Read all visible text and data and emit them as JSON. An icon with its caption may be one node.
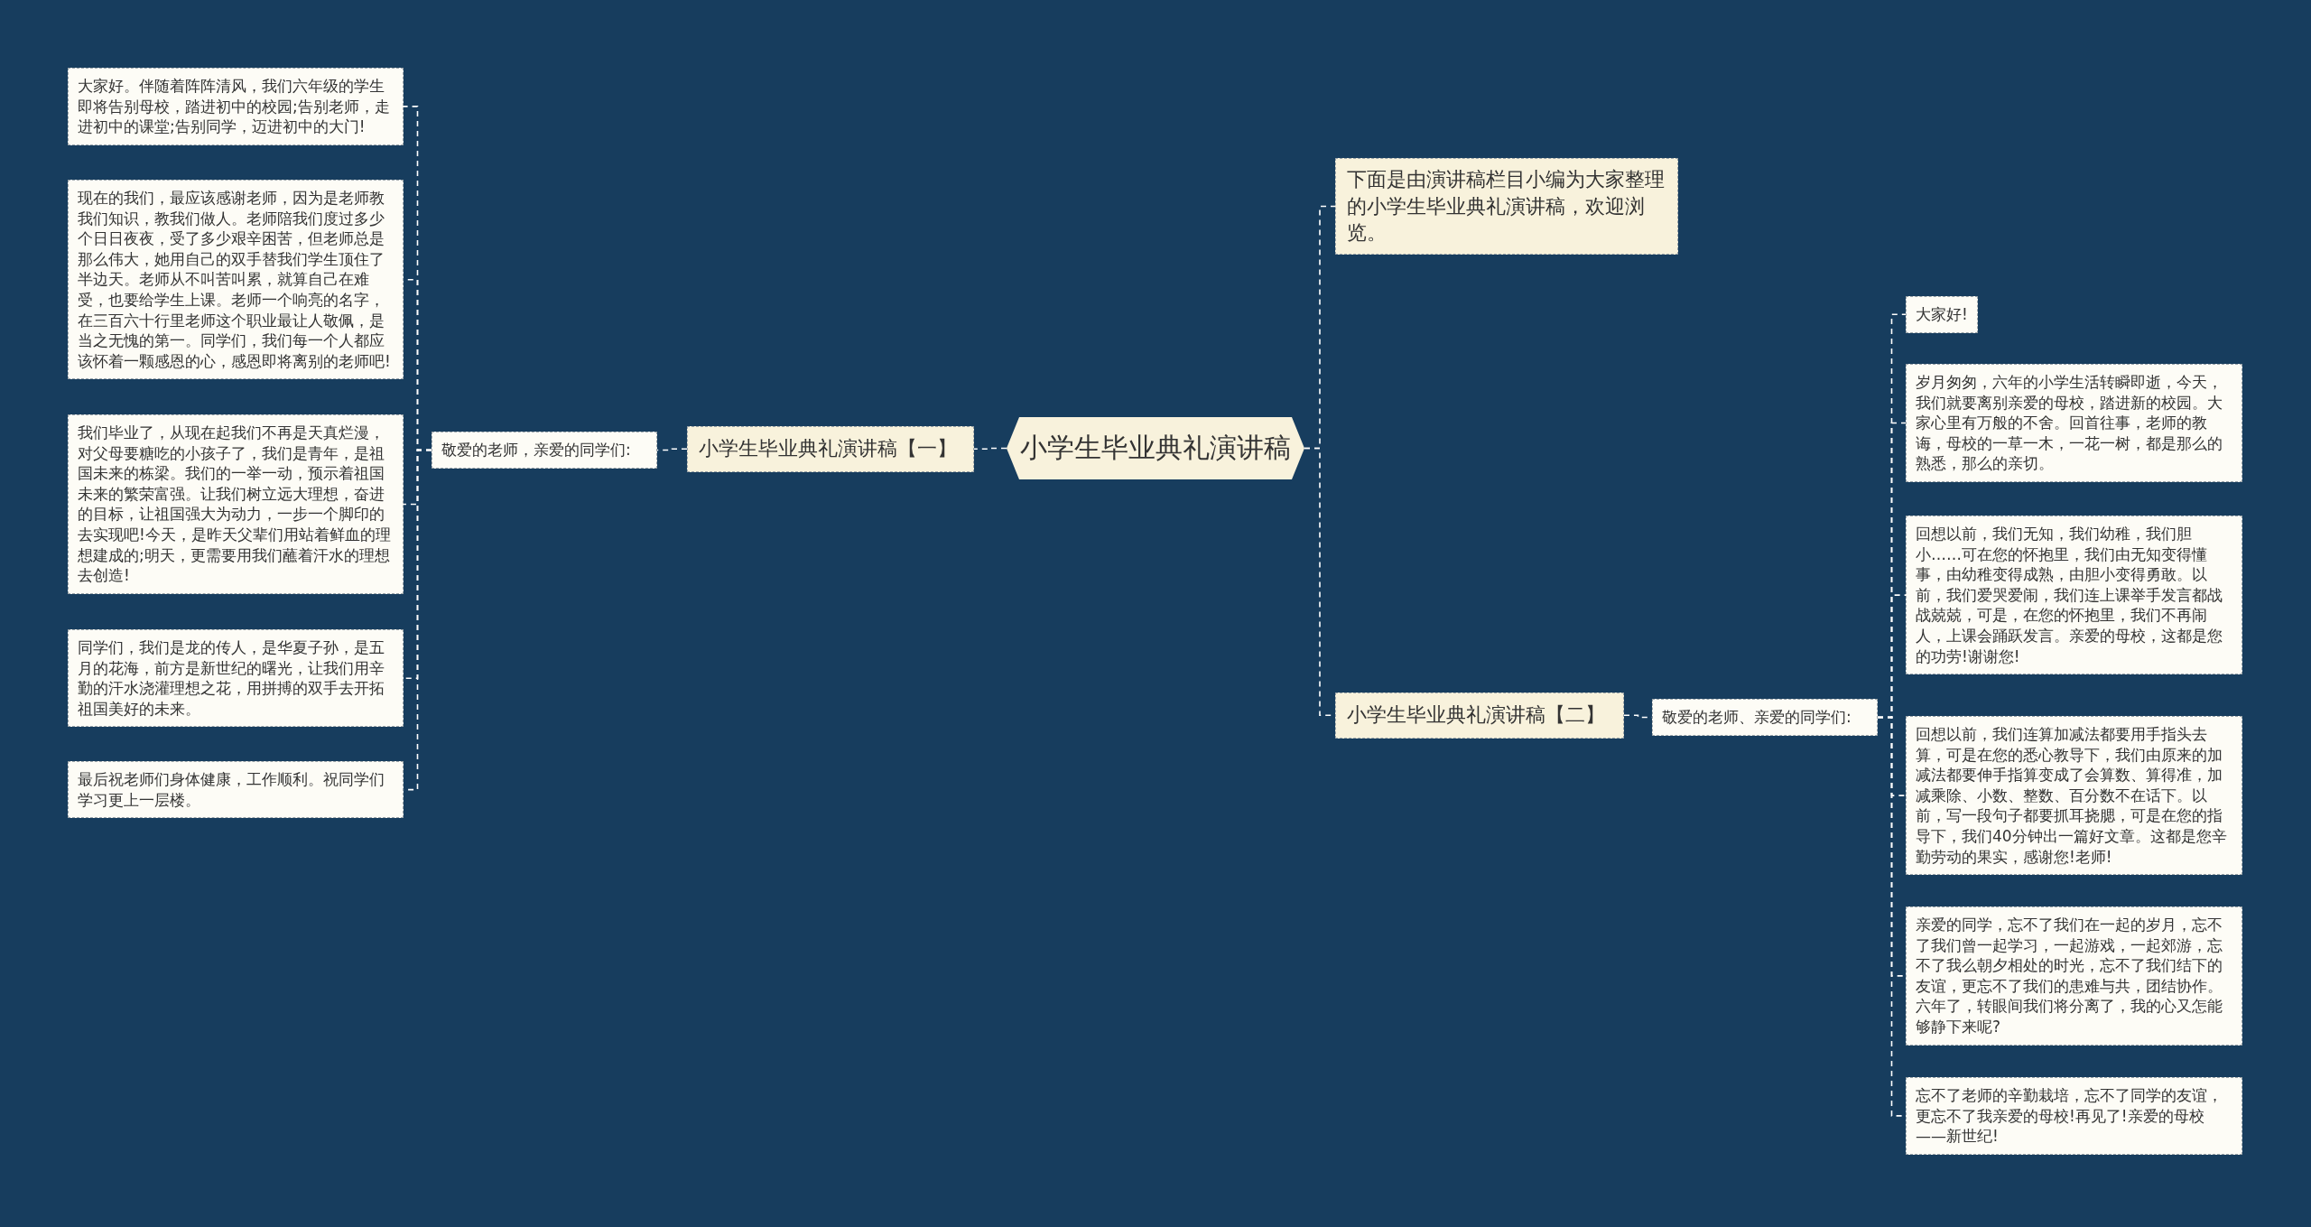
{
  "diagram": {
    "nodes": [
      {
        "text": [
          "小学生毕业典礼演讲稿"
        ]
      },
      {
        "text": [
          "小学生毕业典礼演讲稿【一】"
        ]
      },
      {
        "text": [
          "敬爱的老师，亲爱的同学们:"
        ]
      },
      {
        "text": [
          "大家好。伴随着阵阵清风，我们六年级的学生即将告别母校，踏进初中的校园;告别老师，走进初中的课堂;告别同学，迈进初中的大门!"
        ]
      },
      {
        "text": [
          "现在的我们，最应该感谢老师，因为是老师教我们知识，教我们做人。老师陪我们度过多少个日日夜夜，受了多少艰辛困苦，但老师总是那么伟大，她用自己的双手替我们学生顶住了半边天。老师从不叫苦叫累，就算自己在难受，也要给学生上课。老师一个响亮的名字，在三百六十行里老师这个职业最让人敬佩，是当之无愧的第一。同学们，我们每一个人都应该怀着一颗感恩的心，感恩即将离别的老师吧!"
        ]
      },
      {
        "text": [
          "我们毕业了，从现在起我们不再是天真烂漫，对父母要糖吃的小孩子了，我们是青年，是祖国未来的栋梁。我们的一举一动，预示着祖国未来的繁荣富强。让我们树立远大理想，奋进的目标，让祖国强大为动力，一步一个脚印的去实现吧!今天，是昨天父辈们用站着鲜血的理想建成的;明天，更需要用我们蘸着汗水的理想去创造!"
        ]
      },
      {
        "text": [
          "同学们，我们是龙的传人，是华夏子孙，是五月的花海，前方是新世纪的曙光，让我们用辛勤的汗水浇灌理想之花，用拼搏的双手去开拓祖国美好的未来。"
        ]
      },
      {
        "text": [
          "最后祝老师们身体健康，工作顺利。祝同学们学习更上一层楼。"
        ]
      },
      {
        "text": [
          "下面是由演讲稿栏目小编为大家整理的小学生毕业典礼演讲稿，欢迎浏览。"
        ]
      },
      {
        "text": [
          "小学生毕业典礼演讲稿【二】"
        ]
      },
      {
        "text": [
          "敬爱的老师、亲爱的同学们:"
        ]
      },
      {
        "text": [
          "大家好!"
        ]
      },
      {
        "text": [
          "岁月匆匆，六年的小学生活转瞬即逝，今天，我们就要离别亲爱的母校，踏进新的校园。大家心里有万般的不舍。回首往事，老师的教诲，母校的一草一木，一花一树，都是那么的熟悉，那么的亲切。"
        ]
      },
      {
        "text": [
          "回想以前，我们无知，我们幼稚，我们胆小……可在您的怀抱里，我们由无知变得懂事，由幼稚变得成熟，由胆小变得勇敢。以前，我们爱哭爱闹，我们连上课举手发言都战战兢兢，可是，在您的怀抱里，我们不再闹人，上课会踊跃发言。亲爱的母校，这都是您的功劳!谢谢您!"
        ]
      },
      {
        "text": [
          "回想以前，我们连算加减法都要用手指头去算，可是在您的悉心教导下，我们由原来的加减法都要伸手指算变成了会算数、算得准，加减乘除、小数、整数、百分数不在话下。以前，写一段句子都要抓耳挠腮，可是在您的指导下，我们40分钟出一篇好文章。这都是您辛勤劳动的果实，感谢您!老师!"
        ]
      },
      {
        "text": [
          "亲爱的同学，忘不了我们在一起的岁月，忘不了我们曾一起学习，一起游戏，一起郊游，忘不了我么朝夕相处的时光，忘不了我们结下的友谊，更忘不了我们的患难与共，团结协作。六年了，转眼间我们将分离了，我的心又怎能够静下来呢?"
        ]
      },
      {
        "text": [
          "忘不了老师的辛勤栽培，忘不了同学的友谊，更忘不了我亲爱的母校!再见了!亲爱的母校——新世纪!"
        ]
      }
    ],
    "edges": [
      {
        "from": 0,
        "to": 1,
        "arrow": "none"
      },
      {
        "from": 1,
        "to": 2,
        "arrow": "none"
      },
      {
        "from": 2,
        "to": 3,
        "arrow": "none"
      },
      {
        "from": 2,
        "to": 4,
        "arrow": "none"
      },
      {
        "from": 2,
        "to": 5,
        "arrow": "none"
      },
      {
        "from": 2,
        "to": 6,
        "arrow": "none"
      },
      {
        "from": 2,
        "to": 7,
        "arrow": "none"
      },
      {
        "from": 0,
        "to": 8,
        "arrow": "none"
      },
      {
        "from": 0,
        "to": 9,
        "arrow": "none"
      },
      {
        "from": 9,
        "to": 10,
        "arrow": "none"
      },
      {
        "from": 10,
        "to": 11,
        "arrow": "none"
      },
      {
        "from": 10,
        "to": 12,
        "arrow": "none"
      },
      {
        "from": 10,
        "to": 13,
        "arrow": "none"
      },
      {
        "from": 10,
        "to": 14,
        "arrow": "none"
      },
      {
        "from": 10,
        "to": 15,
        "arrow": "none"
      },
      {
        "from": 10,
        "to": 16,
        "arrow": "none"
      }
    ]
  }
}
